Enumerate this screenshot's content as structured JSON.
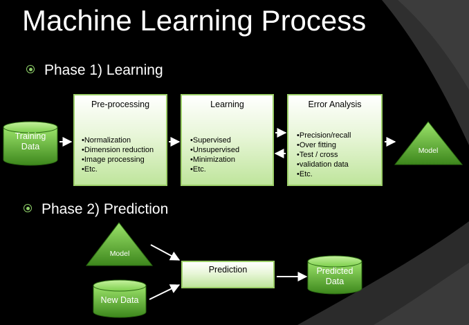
{
  "title": "Machine Learning Process",
  "phase1": {
    "label": "Phase 1) Learning"
  },
  "phase2": {
    "label": "Phase 2) Prediction"
  },
  "training_data": {
    "line1": "Training",
    "line2": "Data"
  },
  "preprocessing": {
    "title": "Pre-processing",
    "items": [
      "Normalization",
      "Dimension reduction",
      "Image processing",
      "Etc."
    ]
  },
  "learning": {
    "title": "Learning",
    "items": [
      "Supervised",
      "Unsupervised",
      "Minimization",
      "Etc."
    ]
  },
  "error_analysis": {
    "title": "Error Analysis",
    "items": [
      "Precision/recall",
      "Over fitting",
      "Test / cross",
      "validation data",
      "Etc."
    ]
  },
  "model_output": {
    "label": "Model"
  },
  "model_input": {
    "label": "Model"
  },
  "new_data": {
    "label": "New Data"
  },
  "prediction": {
    "title": "Prediction"
  },
  "predicted_data": {
    "line1": "Predicted",
    "line2": "Data"
  },
  "colors": {
    "background": "#000000",
    "accent_green": "#8fd16a",
    "shape_green_light": "#8fd85a",
    "shape_green_dark": "#3f8a1e",
    "box_border": "#9ccf68"
  }
}
